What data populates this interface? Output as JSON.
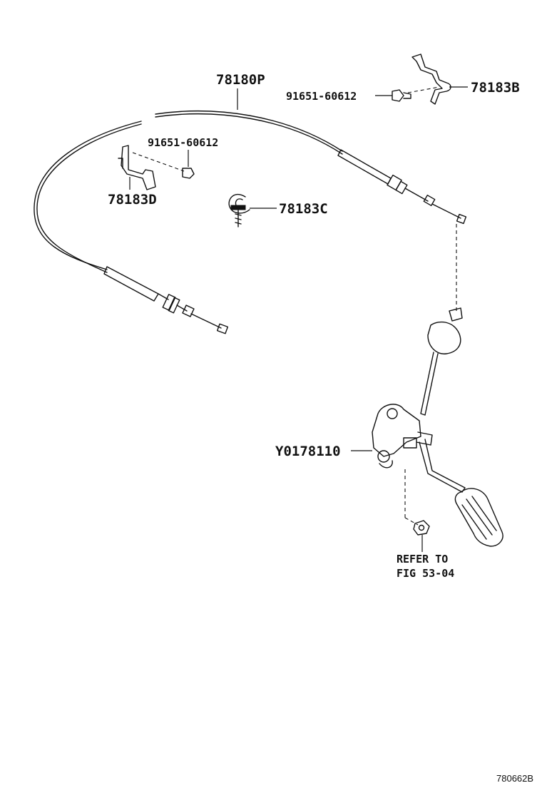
{
  "labels": {
    "cable_assembly": "78180P",
    "bolt_top_right": "91651-60612",
    "clamp_top_right": "78183B",
    "bolt_top_left": "91651-60612",
    "bracket_left": "78183D",
    "clip_center": "78183C",
    "pedal_assembly": "Y0178110",
    "refer_line1": "REFER TO",
    "refer_line2": "FIG 53-04",
    "figure_code": "780662B"
  }
}
